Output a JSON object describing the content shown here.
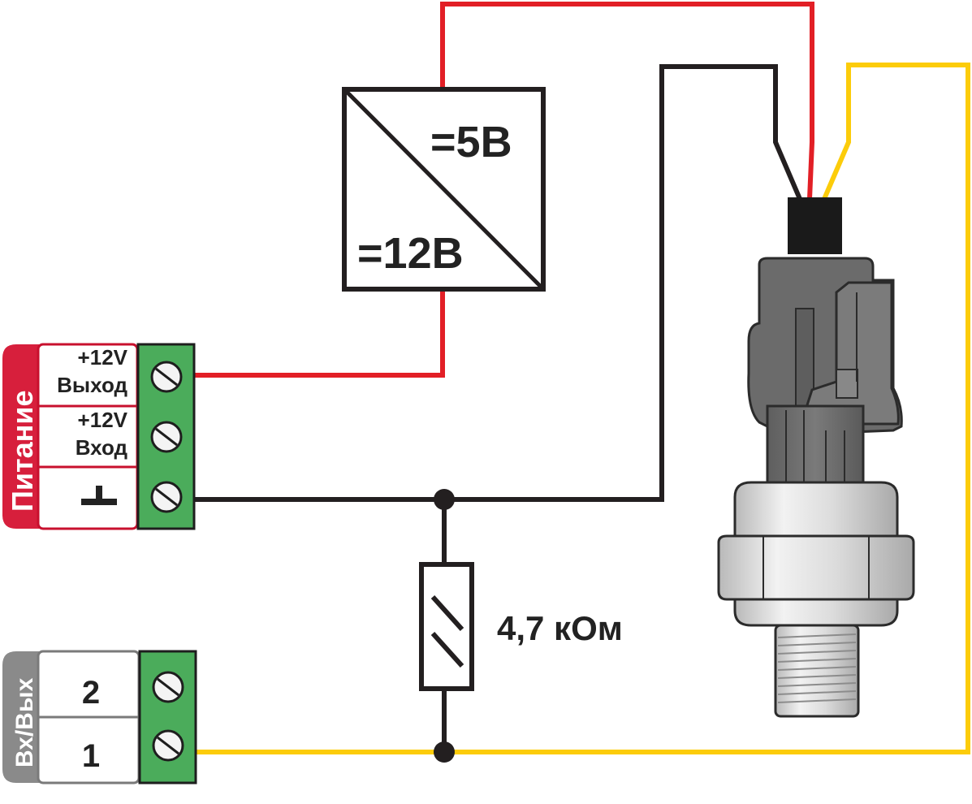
{
  "converter": {
    "output_label": "=5В",
    "input_label": "=12В"
  },
  "power_block": {
    "tab_label": "Питание",
    "terminals": [
      {
        "line1": "+12V",
        "line2": "Выход"
      },
      {
        "line1": "+12V",
        "line2": "Вход"
      },
      {
        "symbol": "┴"
      }
    ]
  },
  "io_block": {
    "tab_label": "Вх/Вых",
    "terminals": [
      "2",
      "1"
    ]
  },
  "resistor": {
    "label": "4,7 кОм"
  },
  "wire_colors": {
    "red": "#e21f26",
    "black": "#231f20",
    "yellow": "#fccc0a"
  },
  "colors": {
    "power_tab": "#d71f3c",
    "io_tab": "#8a8a8a",
    "terminal_green": "#4bac5b"
  }
}
